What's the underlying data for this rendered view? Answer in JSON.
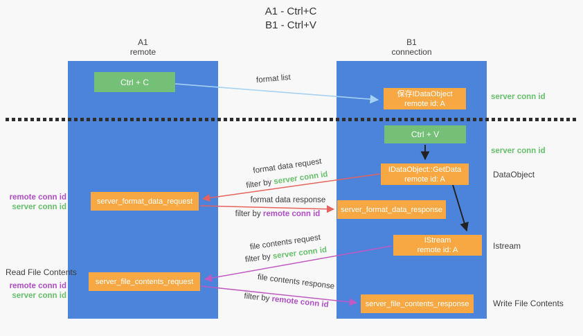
{
  "title": {
    "line1": "A1 - Ctrl+C",
    "line2": "B1 - Ctrl+V"
  },
  "lanes": {
    "left": {
      "header_line1": "A1",
      "header_line2": "remote"
    },
    "right": {
      "header_line1": "B1",
      "header_line2": "connection"
    }
  },
  "nodes": {
    "ctrl_c": "Ctrl + C",
    "ctrl_v": "Ctrl + V",
    "save_idataobject": {
      "line1": "保存IDataObject",
      "line2": "remote id: A"
    },
    "getdata": {
      "line1": "IDataObject::GetData",
      "line2": "remote id: A"
    },
    "istream": {
      "line1": "IStream",
      "line2": "remote id: A"
    },
    "format_request": "server_format_data_request",
    "format_response": "server_format_data_response",
    "file_request": "server_file_contents_request",
    "file_response": "server_file_contents_response"
  },
  "flow_labels": {
    "format_list": "format list",
    "format_data_request": "format data request",
    "format_data_response": "format data response",
    "file_contents_request": "file contents request",
    "file_contents_response": "file contents response",
    "filter_by": "filter by ",
    "server_conn_id": "server conn id",
    "remote_conn_id": "remote conn id"
  },
  "side_labels": {
    "right_server_conn_id_top": "server conn id",
    "right_server_conn_id_mid": "server conn id",
    "dataobject": "DataObject",
    "istream": "Istream",
    "write_file_contents": "Write File Contents",
    "read_file_contents": "Read File Contents",
    "left_remote_conn_id_top": "remote conn id",
    "left_server_conn_id_top": "server conn id",
    "left_remote_conn_id_bottom": "remote conn id",
    "left_server_conn_id_bottom": "server conn id"
  },
  "colors": {
    "lane_blue": "#4c83db",
    "box_green": "#74c077",
    "box_orange": "#f7a843",
    "arrow_lightblue": "#a5d2f3",
    "arrow_red": "#e7625c",
    "arrow_magenta": "#c159c3",
    "arrow_black": "#222222",
    "text_green": "#66bf6a",
    "text_purple": "#af4ec4",
    "text_dark": "#3d3d3d"
  }
}
